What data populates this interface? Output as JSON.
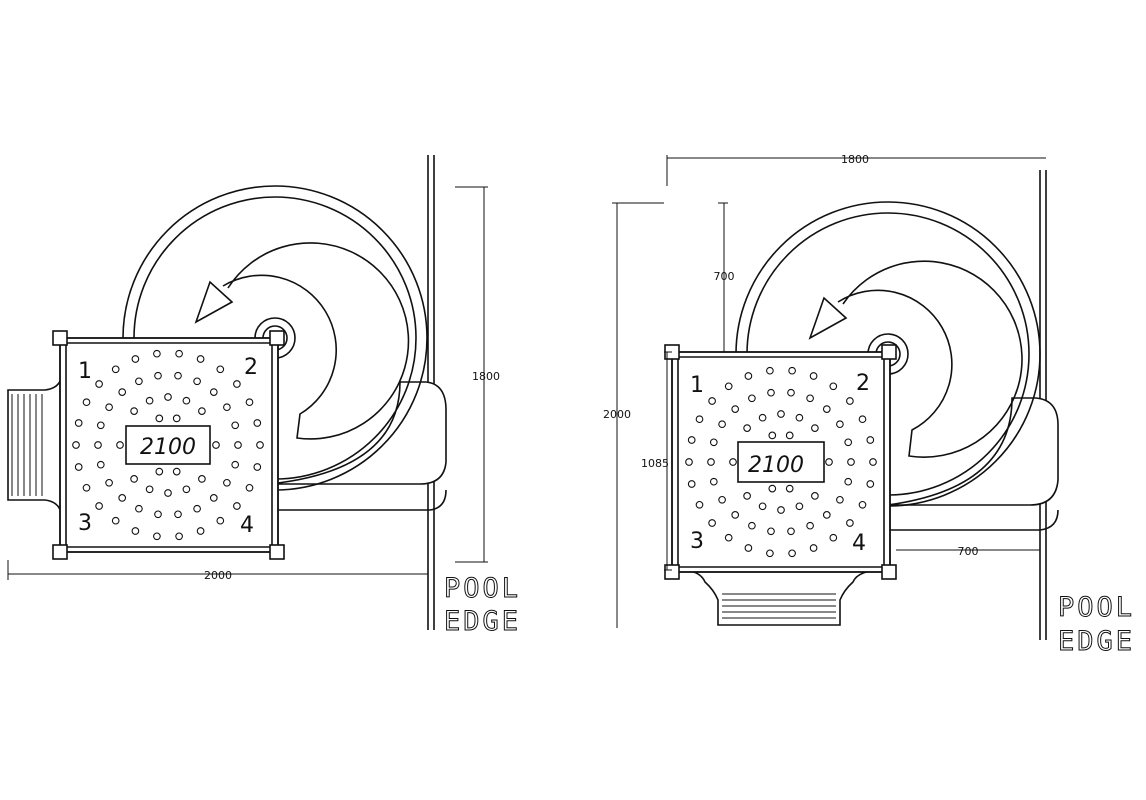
{
  "plans": [
    {
      "model": "2100",
      "corners": [
        "1",
        "2",
        "3",
        "4"
      ],
      "dims": {
        "width": "2000",
        "depth": "1800"
      },
      "pool_edge": [
        "POOL",
        "EDGE"
      ]
    },
    {
      "model": "2100",
      "corners": [
        "1",
        "2",
        "3",
        "4"
      ],
      "dims": {
        "top": "1800",
        "overall": "2000",
        "offset": "700",
        "platform": "1085",
        "right": "700"
      },
      "pool_edge": [
        "POOL",
        "EDGE"
      ]
    }
  ]
}
